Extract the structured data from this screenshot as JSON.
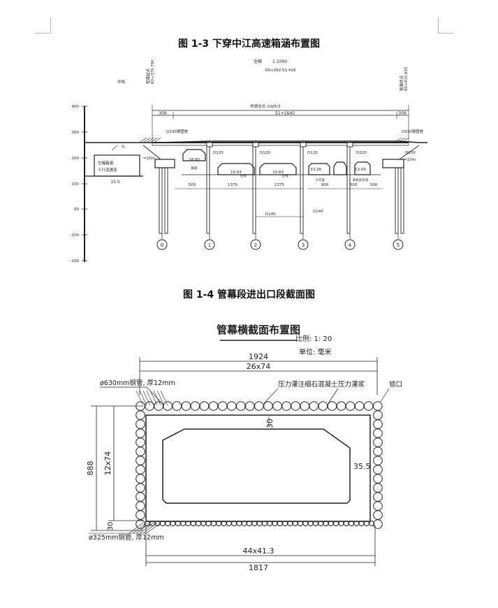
{
  "figure1": {
    "caption": "图 1-3 下穿中江高速箱涵布置图",
    "scale_label": "全图",
    "scale_value": "1:1000",
    "left_station": "K0+370.790",
    "right_station": "K0+415.655",
    "left_mark_text": "管幕起点",
    "right_mark_text": "管幕终点",
    "north_mark": "中线",
    "top_dims": [
      "309",
      "51+1640",
      "309"
    ],
    "overall_length_text": "桥梁全长 1095/3",
    "center_dim_text": "K0+392.51.418",
    "left_label_top": "D330钢管桩",
    "right_label_top": "D330钢管桩",
    "y_ticks": [
      "400",
      "300",
      "200",
      "100",
      "00",
      "-100",
      "-200"
    ],
    "pier_numbers": [
      "0",
      "1",
      "2",
      "3",
      "4",
      "5"
    ],
    "pile_dims": [
      "D120",
      "D120",
      "D120",
      "D120",
      "D150"
    ],
    "span_dims": [
      "500",
      "1375",
      "1375",
      "900",
      "500",
      "500"
    ],
    "box_labels": [
      "18.00",
      "10.83",
      "10.83",
      "33.28",
      "13.00"
    ],
    "box_names": [
      "辅道",
      "主线",
      "主线",
      "人行道",
      "非机动车道"
    ],
    "lower_dims": [
      "D140",
      "D140"
    ],
    "left_box_label1": "左幅箱涵",
    "left_box_label2": "人行道通道",
    "left_box_width": "15.5",
    "side_dims_left": [
      "=10m"
    ],
    "side_dims_right": [
      "=10m"
    ],
    "h_label": "h"
  },
  "figure2": {
    "caption": "图 1-4 管幕段进出口段截面图",
    "title": "管幕横截面布置图",
    "scale_text": "比例: 1: 20",
    "unit_text": "单位: 毫米",
    "dim_top_total": "1924",
    "dim_top_count": "26x74",
    "label_big_pipe": "ø630mm钢管, 厚12mm",
    "label_concrete": "压力灌注细石混凝土",
    "label_grout": "压力灌浆",
    "label_lock": "锁口",
    "dim_gap": "30",
    "dim_height_total": "888",
    "dim_height_count": "12x74",
    "dim_right": "35.5",
    "dim_bottom_gap": "30",
    "label_small_pipe": "ø325mm钢管, 厚12mm",
    "dim_bottom_count": "44x41.3",
    "dim_bottom_total": "1817"
  }
}
